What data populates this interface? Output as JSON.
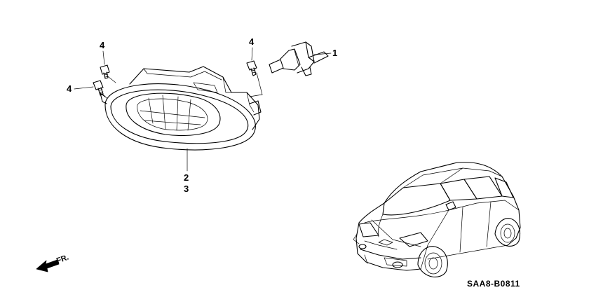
{
  "callouts": {
    "bulb": "1",
    "housing_a": "2",
    "housing_b": "3",
    "screw_top_left": "4",
    "screw_left": "4",
    "screw_right": "4"
  },
  "diagram_code": "SAA8-B0811",
  "direction_label": "FR.",
  "icons": {
    "front_arrow": "front-direction-arrow-icon",
    "vehicle": "hatchback-car-icon"
  }
}
